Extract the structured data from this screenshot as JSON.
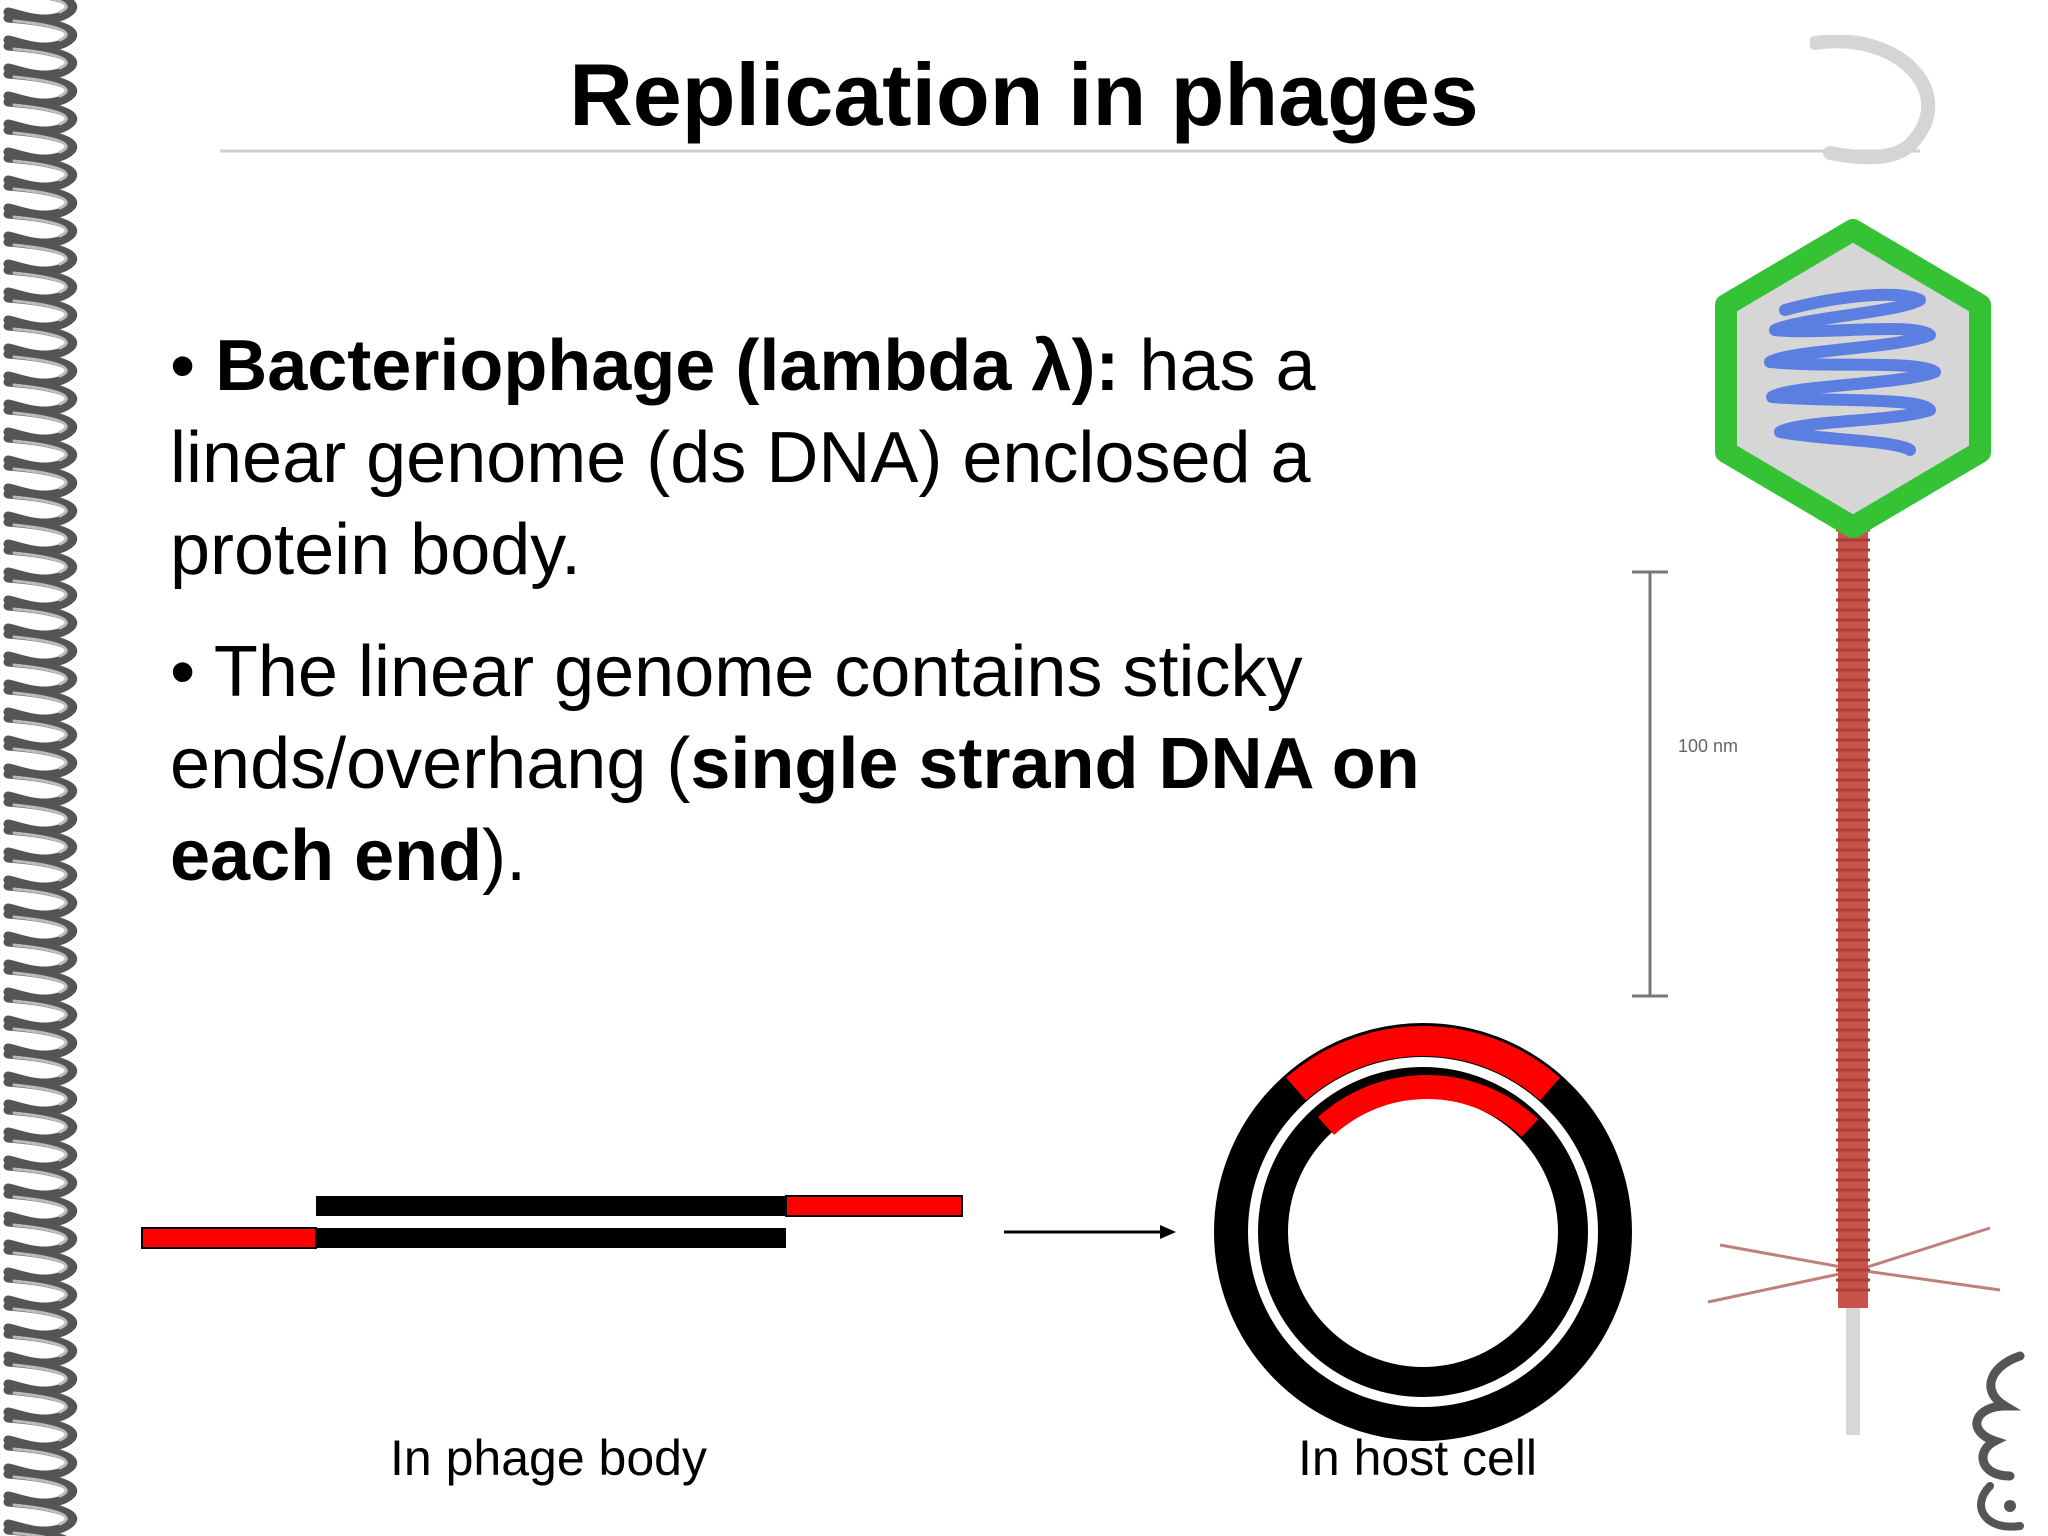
{
  "slide": {
    "title": "Replication in phages",
    "bullets": [
      {
        "parts": [
          {
            "text": "• ",
            "bold": false
          },
          {
            "text": "Bacteriophage (lambda λ):",
            "bold": true
          },
          {
            "text": " has a linear genome (ds DNA) enclosed a protein body.",
            "bold": false
          }
        ]
      },
      {
        "parts": [
          {
            "text": "• The linear genome contains sticky ends/overhang (",
            "bold": false
          },
          {
            "text": "single strand DNA on each end",
            "bold": true
          },
          {
            "text": ").",
            "bold": false
          }
        ]
      }
    ]
  },
  "diagram": {
    "caption_phage": "In phage body",
    "caption_host": "In host cell",
    "scale_bar_label": "100 nm",
    "colors": {
      "strand": "#000000",
      "sticky_end": "#ff0000",
      "capsid_outline": "#35c335",
      "genome_coil": "#5b7fe0",
      "tail": "#c9524a"
    }
  }
}
